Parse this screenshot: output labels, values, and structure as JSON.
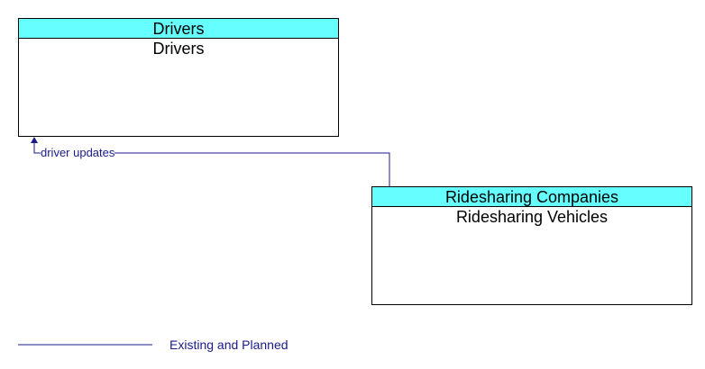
{
  "colors": {
    "header_fill": "#66ffff",
    "flow_line": "#1a1a8c",
    "border": "#000000"
  },
  "entities": [
    {
      "header": "Drivers",
      "body": "Drivers"
    },
    {
      "header": "Ridesharing Companies",
      "body": "Ridesharing Vehicles"
    }
  ],
  "flows": [
    {
      "label": "driver updates"
    }
  ],
  "legend": {
    "label": "Existing and Planned"
  }
}
